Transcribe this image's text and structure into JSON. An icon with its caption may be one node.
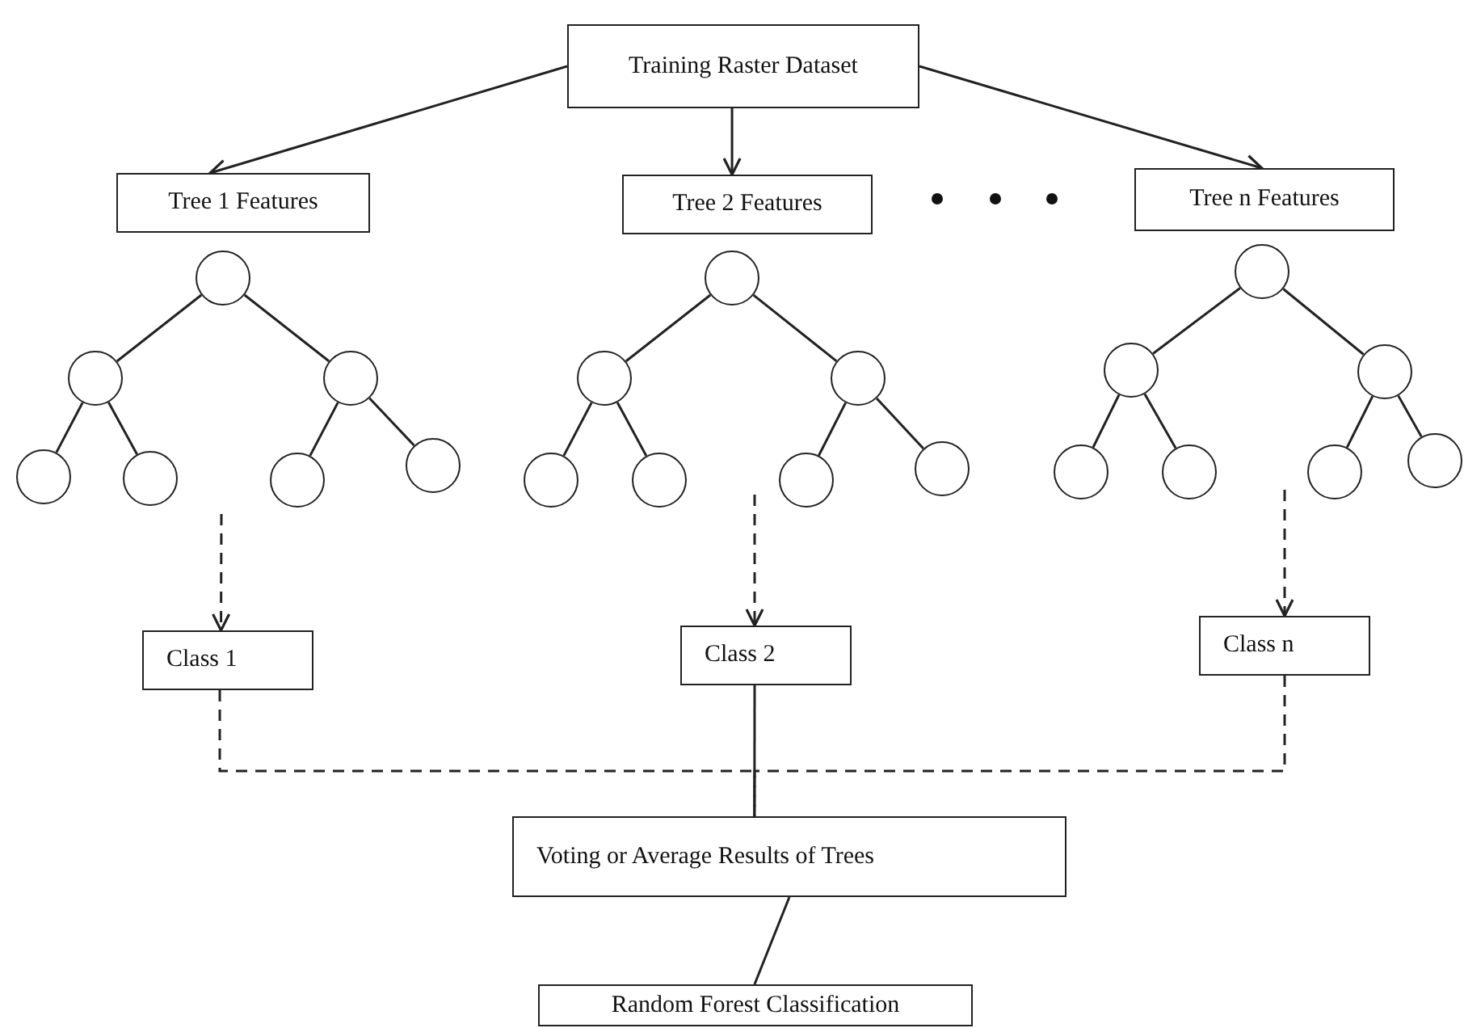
{
  "diagram": {
    "nodes": [
      {
        "text": [
          "Training Raster Dataset"
        ]
      },
      {
        "text": [
          "Tree 1 Features"
        ]
      },
      {
        "text": [
          "Tree 2 Features"
        ]
      },
      {
        "text": [
          "Tree n Features"
        ]
      },
      {
        "text": [],
        "shape": "circle"
      },
      {
        "text": [],
        "shape": "circle"
      },
      {
        "text": [],
        "shape": "circle"
      },
      {
        "text": [],
        "shape": "circle"
      },
      {
        "text": [],
        "shape": "circle"
      },
      {
        "text": [],
        "shape": "circle"
      },
      {
        "text": [],
        "shape": "circle"
      },
      {
        "text": [],
        "shape": "circle"
      },
      {
        "text": [],
        "shape": "circle"
      },
      {
        "text": [],
        "shape": "circle"
      },
      {
        "text": [],
        "shape": "circle"
      },
      {
        "text": [],
        "shape": "circle"
      },
      {
        "text": [],
        "shape": "circle"
      },
      {
        "text": [],
        "shape": "circle"
      },
      {
        "text": [],
        "shape": "circle"
      },
      {
        "text": [],
        "shape": "circle"
      },
      {
        "text": [],
        "shape": "circle"
      },
      {
        "text": [],
        "shape": "circle"
      },
      {
        "text": [],
        "shape": "circle"
      },
      {
        "text": [],
        "shape": "circle"
      },
      {
        "text": [],
        "shape": "circle"
      },
      {
        "text": [
          "Class 1"
        ]
      },
      {
        "text": [
          "Class 2"
        ]
      },
      {
        "text": [
          "Class n"
        ]
      },
      {
        "text": [
          "Voting or Average Results of Trees"
        ]
      },
      {
        "text": [
          "Random Forest Classification"
        ]
      }
    ],
    "edges": [
      {
        "from": 0,
        "to": 1,
        "arrow": "to"
      },
      {
        "from": 0,
        "to": 2,
        "arrow": "to"
      },
      {
        "from": 0,
        "to": 3,
        "arrow": "to"
      },
      {
        "from": 4,
        "to": 5,
        "arrow": "none"
      },
      {
        "from": 4,
        "to": 6,
        "arrow": "none"
      },
      {
        "from": 5,
        "to": 7,
        "arrow": "none"
      },
      {
        "from": 5,
        "to": 8,
        "arrow": "none"
      },
      {
        "from": 6,
        "to": 9,
        "arrow": "none"
      },
      {
        "from": 6,
        "to": 10,
        "arrow": "none"
      },
      {
        "from": 11,
        "to": 12,
        "arrow": "none"
      },
      {
        "from": 11,
        "to": 13,
        "arrow": "none"
      },
      {
        "from": 12,
        "to": 14,
        "arrow": "none"
      },
      {
        "from": 12,
        "to": 15,
        "arrow": "none"
      },
      {
        "from": 13,
        "to": 16,
        "arrow": "none"
      },
      {
        "from": 13,
        "to": 17,
        "arrow": "none"
      },
      {
        "from": 18,
        "to": 19,
        "arrow": "none"
      },
      {
        "from": 18,
        "to": 20,
        "arrow": "none"
      },
      {
        "from": 19,
        "to": 21,
        "arrow": "none"
      },
      {
        "from": 19,
        "to": 22,
        "arrow": "none"
      },
      {
        "from": 20,
        "to": 23,
        "arrow": "none"
      },
      {
        "from": 20,
        "to": 24,
        "arrow": "none"
      },
      {
        "from": null,
        "to": 25,
        "arrow": "to",
        "style": "dashed"
      },
      {
        "from": null,
        "to": 26,
        "arrow": "to",
        "style": "dashed"
      },
      {
        "from": null,
        "to": 27,
        "arrow": "to",
        "style": "dashed"
      },
      {
        "from": 25,
        "to": 28,
        "arrow": "none",
        "style": "dashed"
      },
      {
        "from": 26,
        "to": 28,
        "arrow": "none"
      },
      {
        "from": 27,
        "to": 28,
        "arrow": "none",
        "style": "dashed"
      },
      {
        "from": 28,
        "to": 29,
        "arrow": "none"
      }
    ]
  }
}
